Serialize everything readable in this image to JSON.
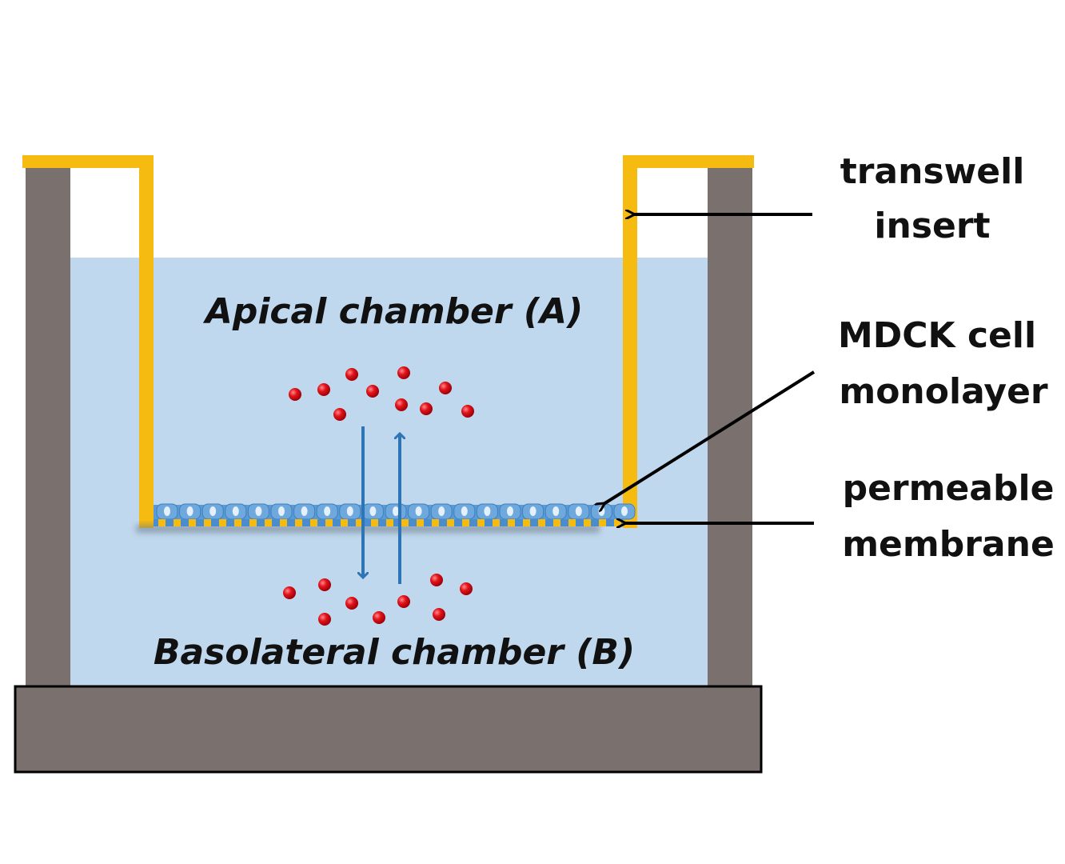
{
  "labels": {
    "apical": "Apical chamber (A)",
    "basolateral": "Basolateral chamber (B)",
    "transwell_line1": "transwell",
    "transwell_line2": "insert",
    "mdck_line1": "MDCK cell",
    "mdck_line2": "monolayer",
    "membrane_line1": "permeable",
    "membrane_line2": "membrane"
  },
  "colors": {
    "well_wall": "#7a716f",
    "insert": "#f6bb10",
    "medium": "#c0d8ee",
    "cell_layer": "#5b9bd5",
    "molecule": "#e3141c",
    "transport_arrow": "#2e75b6",
    "pointer_arrow": "#000000"
  },
  "icons": {
    "molecule": "red-sphere",
    "cell": "rounded-cell"
  }
}
